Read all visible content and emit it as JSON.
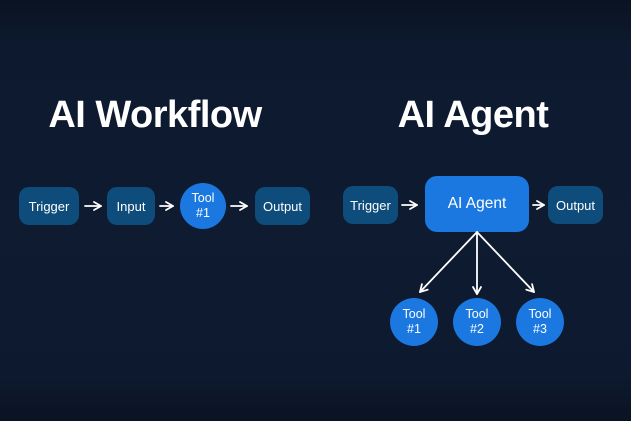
{
  "colors": {
    "background": "#0d192e",
    "node_dark_blue": "#0e4c7c",
    "node_accent_blue": "#1a78e0",
    "arrow_and_text": "#ffffff"
  },
  "workflow": {
    "title": "AI Workflow",
    "trigger_label": "Trigger",
    "input_label": "Input",
    "tool": {
      "line1": "Tool",
      "line2": "#1"
    },
    "output_label": "Output"
  },
  "agent": {
    "title": "AI Agent",
    "trigger_label": "Trigger",
    "agent_label": "AI Agent",
    "output_label": "Output",
    "tools": [
      {
        "line1": "Tool",
        "line2": "#1"
      },
      {
        "line1": "Tool",
        "line2": "#2"
      },
      {
        "line1": "Tool",
        "line2": "#3"
      }
    ]
  }
}
